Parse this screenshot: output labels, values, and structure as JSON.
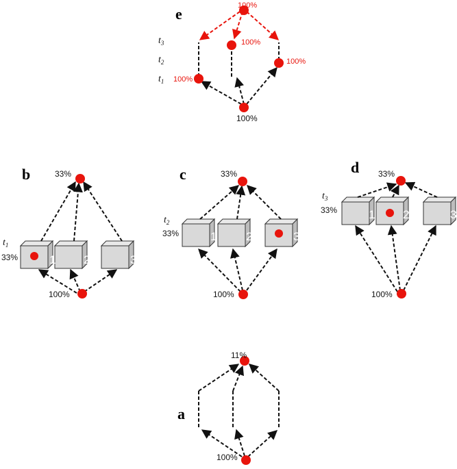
{
  "colors": {
    "red": "#e8140c",
    "box_fill": "#d9d9d9",
    "box_top": "#e9e9e9",
    "box_side": "#bdbdbd",
    "arrow": "#111111"
  },
  "panels": {
    "e": {
      "label": "e",
      "top_pct": "100%",
      "mid_pct": "100%",
      "left_pct": "100%",
      "right_pct": "100%",
      "bottom_pct": "100%"
    },
    "b": {
      "label": "b",
      "top_pct": "33%",
      "time_pct": "33%",
      "bottom_pct": "100%"
    },
    "c": {
      "label": "c",
      "top_pct": "33%",
      "time_pct": "33%",
      "bottom_pct": "100%"
    },
    "d": {
      "label": "d",
      "top_pct": "33%",
      "time_pct": "33%",
      "bottom_pct": "100%"
    },
    "a": {
      "label": "a",
      "top_pct": "11%",
      "bottom_pct": "100%"
    }
  },
  "time_labels": {
    "t1": "t",
    "t1_sub": "1",
    "t2": "t",
    "t2_sub": "2",
    "t3": "t",
    "t3_sub": "3"
  },
  "box_numbers": {
    "n1": "1",
    "n2": "2",
    "n3": "3"
  }
}
